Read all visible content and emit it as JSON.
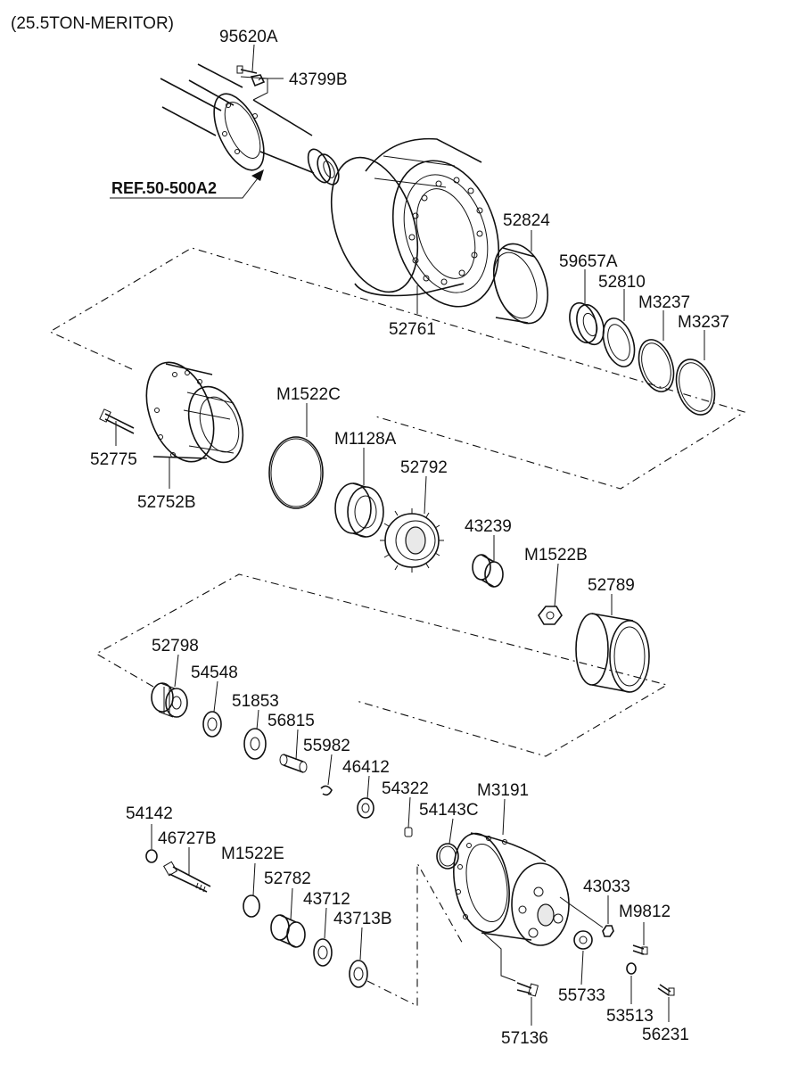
{
  "header": {
    "title": "(25.5TON-MERITOR)"
  },
  "reference": {
    "label": "REF.50-500A2"
  },
  "parts": {
    "p95620A": "95620A",
    "p43799B": "43799B",
    "p52761": "52761",
    "p52824": "52824",
    "p59657A": "59657A",
    "p52810": "52810",
    "pM3237a": "M3237",
    "pM3237b": "M3237",
    "pM1522C": "M1522C",
    "pM1128A": "M1128A",
    "p52775": "52775",
    "p52752B": "52752B",
    "p52792": "52792",
    "p43239": "43239",
    "pM1522B": "M1522B",
    "p52789": "52789",
    "p52798": "52798",
    "p54548": "54548",
    "p51853": "51853",
    "p56815": "56815",
    "p55982": "55982",
    "p46412": "46412",
    "p54322": "54322",
    "pM3191": "M3191",
    "p54143C": "54143C",
    "p54142": "54142",
    "p46727B": "46727B",
    "pM1522E": "M1522E",
    "p52782": "52782",
    "p43712": "43712",
    "p43713B": "43713B",
    "p43033": "43033",
    "pM9812": "M9812",
    "p55733": "55733",
    "p53513": "53513",
    "p57136": "57136",
    "p56231": "56231"
  }
}
